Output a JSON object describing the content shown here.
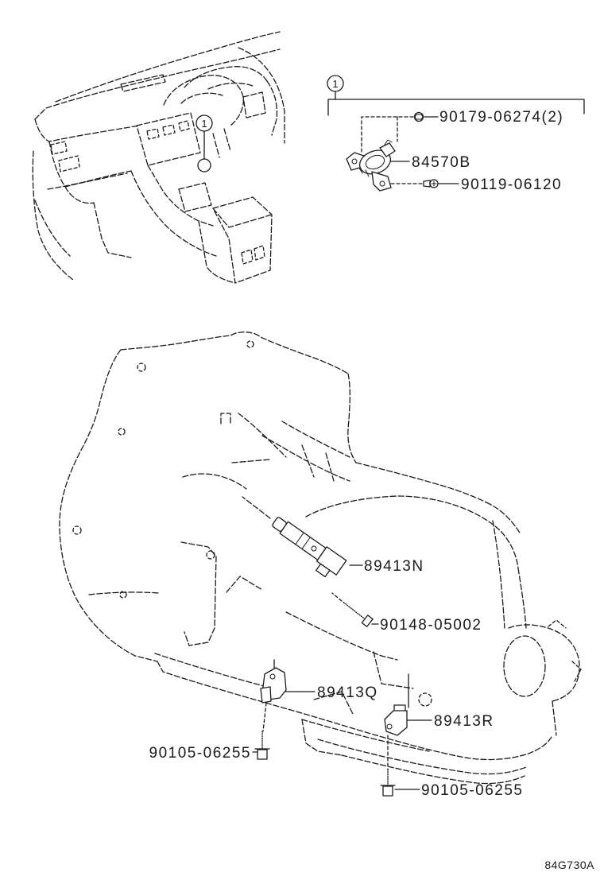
{
  "colors": {
    "line": "#1a1a1a",
    "background": "#ffffff"
  },
  "callouts": {
    "dashboard": "1",
    "assembly": "1"
  },
  "part_labels": [
    "90179-06274(2)",
    "84570B",
    "90119-06120",
    "89413N",
    "90148-05002",
    "89413Q",
    "89413R",
    "90105-06255",
    "90105-06255"
  ],
  "figure_code": "84G730A"
}
